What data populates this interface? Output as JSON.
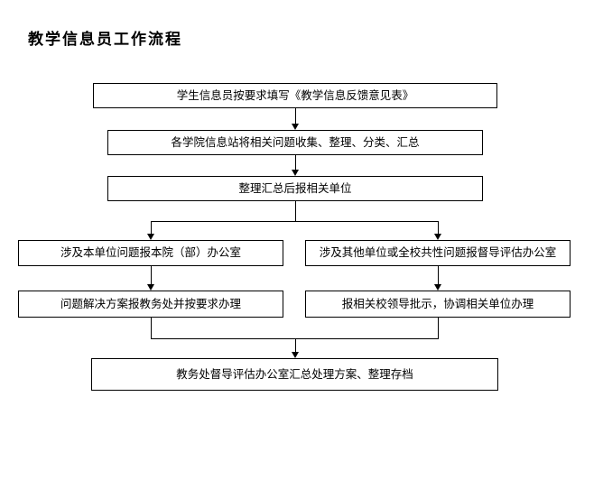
{
  "title": "教学信息员工作流程",
  "colors": {
    "line": "#000000",
    "text": "#000000",
    "background": "#ffffff",
    "box_fill": "#ffffff"
  },
  "boxes": {
    "step1": "学生信息员按要求填写《教学信息反馈意见表》",
    "step2": "各学院信息站将相关问题收集、整理、分类、汇总",
    "step3": "整理汇总后报相关单位",
    "branch_left_1": "涉及本单位问题报本院（部）办公室",
    "branch_right_1": "涉及其他单位或全校共性问题报督导评估办公室",
    "branch_left_2": "问题解决方案报教务处并按要求办理",
    "branch_right_2": "报相关校领导批示，协调相关单位办理",
    "final": "教务处督导评估办公室汇总处理方案、整理存档"
  }
}
